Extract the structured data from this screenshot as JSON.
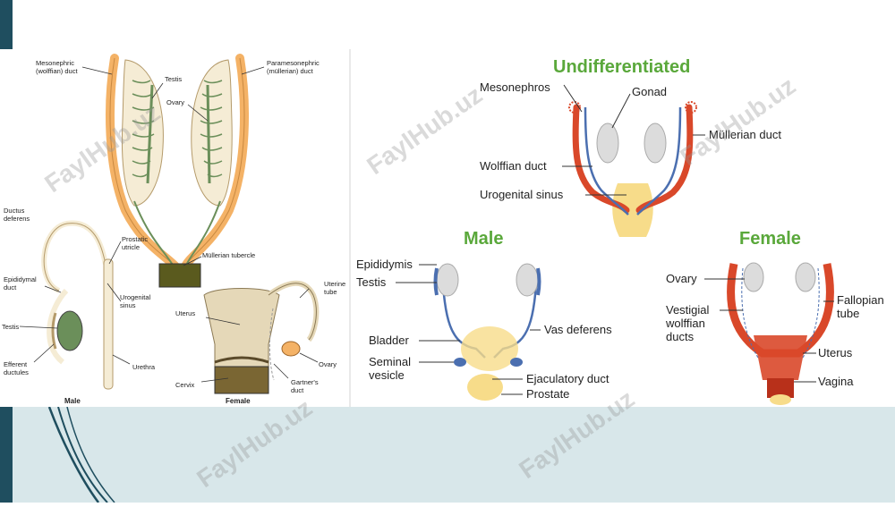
{
  "colors": {
    "accent_dark": "#1f4e5f",
    "bottom_band": "#d8e7ea",
    "heading_green": "#5aa83b",
    "mullerian_red": "#d9482a",
    "wolffian_blue": "#4b6fb0",
    "gland_yellow": "#f7dc8a",
    "orange_duct": "#f4b266",
    "olive_green": "#6b8f5a"
  },
  "left_diagram": {
    "labels": {
      "mesonephric": [
        "Mesonephric",
        "(wolffian) duct"
      ],
      "testis_top": "Testis",
      "ovary_top": "Ovary",
      "paramesonephric": [
        "Paramesonephric",
        "(müllerian) duct"
      ],
      "ductus_deferens": [
        "Ductus",
        "deferens"
      ],
      "prostatic_utricle": [
        "Prostatic",
        "utricle"
      ],
      "mullerian_tubercle": "Müllerian tubercle",
      "epididymal_duct": [
        "Epididymal",
        "duct"
      ],
      "testis": "Testis",
      "urogenital_sinus": [
        "Urogenital",
        "sinus"
      ],
      "efferent_ductules": [
        "Efferent",
        "ductules"
      ],
      "urethra": "Urethra",
      "male": "Male",
      "uterine_tube": [
        "Uterine",
        "tube"
      ],
      "uterus": "Uterus",
      "ovary": "Ovary",
      "cervix": "Cervix",
      "gartners_duct": [
        "Gartner's",
        "duct"
      ],
      "female": "Female"
    }
  },
  "right_diagram": {
    "headings": {
      "undifferentiated": "Undifferentiated",
      "male": "Male",
      "female": "Female"
    },
    "labels": {
      "mesonephros": "Mesonephros",
      "gonad": "Gonad",
      "mullerian_duct": "Müllerian duct",
      "wolffian_duct": "Wolffian duct",
      "urogenital_sinus": "Urogenital sinus",
      "epididymis": "Epididymis",
      "testis": "Testis",
      "vas_deferens": "Vas deferens",
      "bladder": "Bladder",
      "seminal_vesicle": [
        "Seminal",
        "vesicle"
      ],
      "ejaculatory_duct": "Ejaculatory duct",
      "prostate": "Prostate",
      "ovary": "Ovary",
      "fallopian_tube": [
        "Fallopian",
        "tube"
      ],
      "vestigial_wolffian": [
        "Vestigial",
        "wolffian",
        "ducts"
      ],
      "uterus": "Uterus",
      "vagina": "Vagina"
    }
  },
  "watermark": "FaylHub.uz"
}
